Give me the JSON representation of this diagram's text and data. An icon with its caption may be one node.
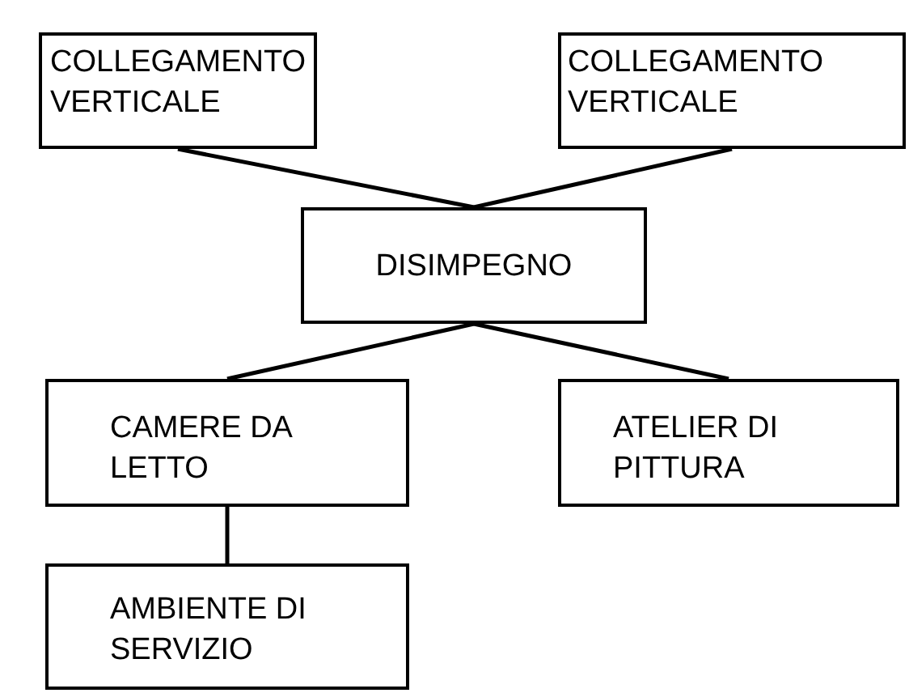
{
  "diagram": {
    "nodes": [
      {
        "text": [
          "COLLEGAMENTO VERTICALE"
        ]
      },
      {
        "text": [
          "COLLEGAMENTO VERTICALE"
        ]
      },
      {
        "text": [
          "DISIMPEGNO"
        ]
      },
      {
        "text": [
          "CAMERE DA LETTO"
        ]
      },
      {
        "text": [
          "ATELIER DI PITTURA"
        ]
      },
      {
        "text": [
          "AMBIENTE DI SERVIZIO"
        ]
      }
    ],
    "edges": [
      {
        "from": 0,
        "to": 2,
        "arrow": "none"
      },
      {
        "from": 1,
        "to": 2,
        "arrow": "none"
      },
      {
        "from": 2,
        "to": 3,
        "arrow": "none"
      },
      {
        "from": 2,
        "to": 4,
        "arrow": "none"
      },
      {
        "from": 3,
        "to": 5,
        "arrow": "none"
      }
    ]
  }
}
